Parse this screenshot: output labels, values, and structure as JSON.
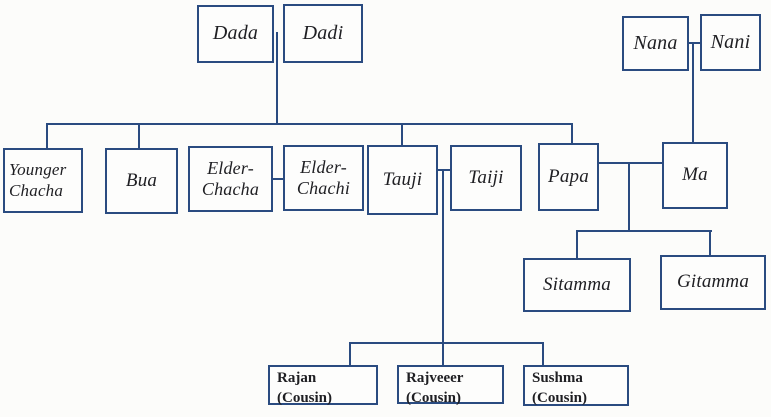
{
  "diagram_type": "family-tree",
  "colors": {
    "line": "#2a4b80",
    "text": "#1f1f23",
    "background": "#fcfcfa"
  },
  "nodes": {
    "dada": {
      "label": "Dada",
      "generation": "grandparents"
    },
    "dadi": {
      "label": "Dadi",
      "generation": "grandparents"
    },
    "nana": {
      "label": "Nana",
      "generation": "grandparents"
    },
    "nani": {
      "label": "Nani",
      "generation": "grandparents"
    },
    "younger_chacha": {
      "label": "Younger\nChacha",
      "generation": "parents"
    },
    "bua": {
      "label": "Bua",
      "generation": "parents"
    },
    "elder_chacha": {
      "label": "Elder-\nChacha",
      "generation": "parents"
    },
    "elder_chachi": {
      "label": "Elder-\nChachi",
      "generation": "parents"
    },
    "tauji": {
      "label": "Tauji",
      "generation": "parents"
    },
    "taiji": {
      "label": "Taiji",
      "generation": "parents"
    },
    "papa": {
      "label": "Papa",
      "generation": "parents"
    },
    "ma": {
      "label": "Ma",
      "generation": "parents"
    },
    "sitamma": {
      "label": "Sitamma",
      "generation": "children"
    },
    "gitamma": {
      "label": "Gitamma",
      "generation": "children"
    },
    "rajan": {
      "label": "Rajan\n(Cousin)",
      "generation": "children"
    },
    "rajveeer": {
      "label": "Rajveeer\n(Cousin)",
      "generation": "children"
    },
    "sushma": {
      "label": "Sushma\n(Cousin)",
      "generation": "children"
    }
  }
}
